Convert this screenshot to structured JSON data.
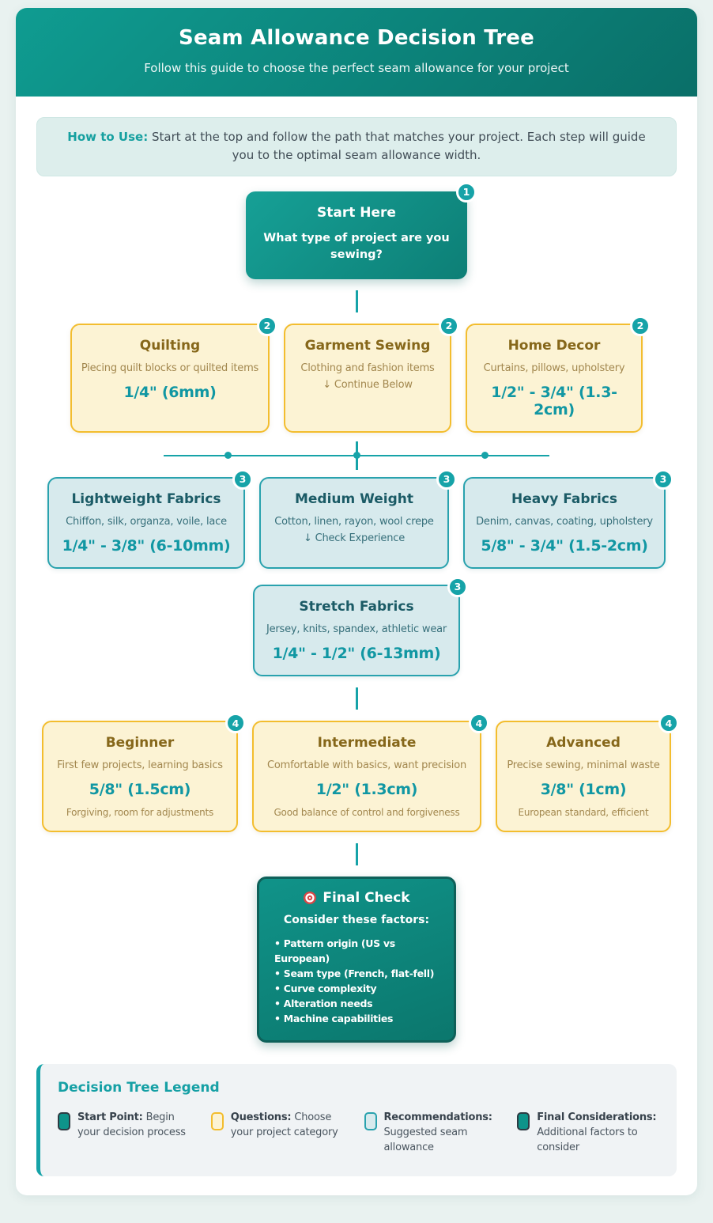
{
  "header": {
    "title": "Seam Allowance Decision Tree",
    "subtitle": "Follow this guide to choose the perfect seam allowance for your project"
  },
  "how_to_use": {
    "label": "How to Use:",
    "text": " Start at the top and follow the path that matches your project. Each step will guide you to the optimal seam allowance width."
  },
  "start": {
    "badge": "1",
    "title": "Start Here",
    "question": "What type of project are you sewing?"
  },
  "projects": [
    {
      "badge": "2",
      "title": "Quilting",
      "desc": "Piecing quilt blocks or quilted items",
      "value": "1/4\" (6mm)"
    },
    {
      "badge": "2",
      "title": "Garment Sewing",
      "desc": "Clothing and fashion items",
      "follow": "↓ Continue Below"
    },
    {
      "badge": "2",
      "title": "Home Decor",
      "desc": "Curtains, pillows, upholstery",
      "value": "1/2\" - 3/4\" (1.3-2cm)"
    }
  ],
  "fabrics": [
    {
      "badge": "3",
      "title": "Lightweight Fabrics",
      "desc": "Chiffon, silk, organza, voile, lace",
      "value": "1/4\" - 3/8\" (6-10mm)"
    },
    {
      "badge": "3",
      "title": "Medium Weight",
      "desc": "Cotton, linen, rayon, wool crepe",
      "follow": "↓ Check Experience"
    },
    {
      "badge": "3",
      "title": "Heavy Fabrics",
      "desc": "Denim, canvas, coating, upholstery",
      "value": "5/8\" - 3/4\" (1.5-2cm)"
    }
  ],
  "stretch": {
    "badge": "3",
    "title": "Stretch Fabrics",
    "desc": "Jersey, knits, spandex, athletic wear",
    "value": "1/4\" - 1/2\" (6-13mm)"
  },
  "experience": [
    {
      "badge": "4",
      "title": "Beginner",
      "desc": "First few projects, learning basics",
      "value": "5/8\" (1.5cm)",
      "note": "Forgiving, room for adjustments"
    },
    {
      "badge": "4",
      "title": "Intermediate",
      "desc": "Comfortable with basics, want precision",
      "value": "1/2\" (1.3cm)",
      "note": "Good balance of control and forgiveness"
    },
    {
      "badge": "4",
      "title": "Advanced",
      "desc": "Precise sewing, minimal waste",
      "value": "3/8\" (1cm)",
      "note": "European standard, efficient"
    }
  ],
  "final_check": {
    "icon": "target-icon",
    "title": "Final Check",
    "subtitle": "Consider these factors:",
    "items": [
      "Pattern origin (US vs European)",
      "Seam type (French, flat-fell)",
      "Curve complexity",
      "Alteration needs",
      "Machine capabilities"
    ]
  },
  "legend": {
    "title": "Decision Tree Legend",
    "items": [
      {
        "label": "Start Point:",
        "desc": "Begin your decision process",
        "swatch": "start-point"
      },
      {
        "label": "Questions:",
        "desc": "Choose your project category",
        "swatch": "questions"
      },
      {
        "label": "Recommendations:",
        "desc": "Suggested seam allowance",
        "swatch": "recommendations"
      },
      {
        "label": "Final Considerations:",
        "desc": "Additional factors to consider",
        "swatch": "final-considerations"
      }
    ]
  },
  "colors": {
    "teal_primary": "#16a3a8",
    "teal_header_dark": "#0a6f68",
    "teal_value_text": "#1197a3",
    "question_bg": "#fcf3d4",
    "question_border": "#f3bd2e",
    "question_title": "#86671a",
    "question_text": "#a2874e",
    "recommendation_bg": "#d7eaed",
    "recommendation_border": "#29a2ae",
    "recommendation_title": "#1b5b66",
    "final_border": "#0e6059",
    "page_bg": "#e9f2f0"
  }
}
